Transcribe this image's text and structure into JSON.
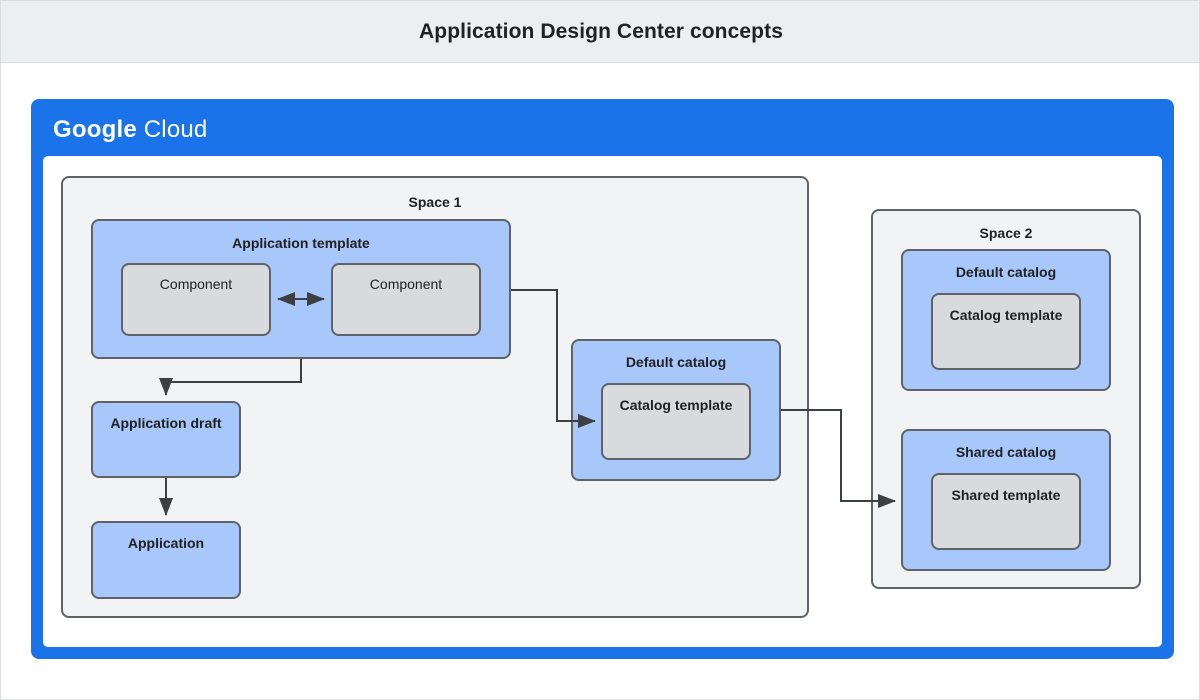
{
  "title": "Application Design Center concepts",
  "brand": {
    "name_bold": "Google",
    "name_light": "Cloud",
    "accent_color": "#1a73e8",
    "blue_fill": "#a8c7fa",
    "gray_fill": "#d9dade",
    "panel_fill": "#f1f3f4",
    "stroke_color": "#5f6368",
    "titlebar_fill": "#eceff1"
  },
  "spaces": [
    {
      "label": "Space 1",
      "groups": [
        {
          "label": "Application template",
          "children": [
            {
              "label": "Component"
            },
            {
              "label": "Component"
            }
          ]
        },
        {
          "label": "Default catalog",
          "children": [
            {
              "label": "Catalog template"
            }
          ]
        }
      ],
      "nodes": [
        {
          "label": "Application draft"
        },
        {
          "label": "Application"
        }
      ]
    },
    {
      "label": "Space 2",
      "groups": [
        {
          "label": "Default catalog",
          "children": [
            {
              "label": "Catalog template"
            }
          ]
        },
        {
          "label": "Shared catalog",
          "children": [
            {
              "label": "Shared template"
            }
          ]
        }
      ],
      "nodes": []
    }
  ],
  "connectors": [
    {
      "from": "component-1",
      "to": "component-2",
      "style": "double-arrow"
    },
    {
      "from": "application-template",
      "to": "application-draft",
      "style": "arrow"
    },
    {
      "from": "application-draft",
      "to": "application",
      "style": "arrow"
    },
    {
      "from": "application-template",
      "to": "catalog-template-default-space1",
      "style": "arrow"
    },
    {
      "from": "default-catalog-space1",
      "to": "shared-catalog-space2",
      "style": "arrow"
    }
  ]
}
